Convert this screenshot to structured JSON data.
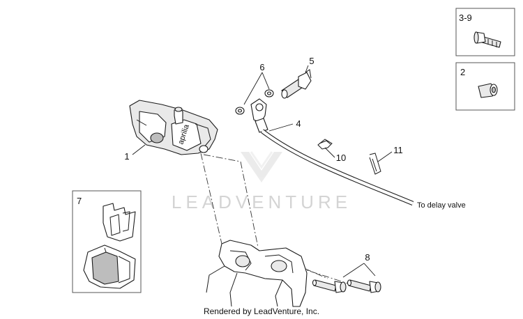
{
  "callouts": {
    "c1": "1",
    "c2": "2",
    "c3_9": "3-9",
    "c4": "4",
    "c5": "5",
    "c6": "6",
    "c7": "7",
    "c8": "8",
    "c10": "10",
    "c11": "11"
  },
  "caliper_brand": "aprilia",
  "hose_note": "To delay valve",
  "watermark": "LEADVENTURE",
  "footer": "Rendered by LeadVenture, Inc."
}
